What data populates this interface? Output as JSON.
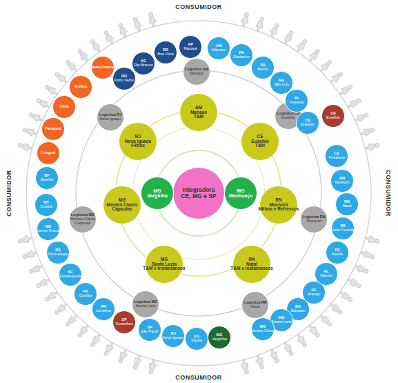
{
  "diagram": {
    "nodes": [
      {
        "text": [
          "Integradora",
          "CE, MG e SP"
        ]
      },
      {
        "text": [
          "MG",
          "Varginha"
        ]
      },
      {
        "text": [
          "MG",
          "Manhuaçu"
        ]
      },
      {
        "text": [
          "AM",
          "Manaus",
          "T&M"
        ]
      },
      {
        "text": [
          "CE",
          "Eusébio",
          "T&M"
        ]
      },
      {
        "text": [
          "RN",
          "Mossoró",
          "Milhos e Refrescos"
        ]
      },
      {
        "text": [
          "RN",
          "Natal",
          "T&M e Instantâneos"
        ]
      },
      {
        "text": [
          "MG",
          "Santa Luzia",
          "T&M e Instantâneos"
        ]
      },
      {
        "text": [
          "MG",
          "Montes Claros",
          "Cápsulas"
        ]
      },
      {
        "text": [
          "RJ",
          "Nova Iguaçu",
          "Filtros"
        ]
      },
      {
        "text": [
          "Logística AM",
          "Manaus"
        ]
      },
      {
        "text": [
          "Logística CE",
          "Eusébio"
        ]
      },
      {
        "text": [
          "Logística RN",
          "Mossoró"
        ]
      },
      {
        "text": [
          "Logística RN",
          "Natal"
        ]
      },
      {
        "text": [
          "Logística MG",
          "Santa Luzia"
        ]
      },
      {
        "text": [
          "Logística MG",
          "Montes Claros",
          "Cápsulas"
        ]
      },
      {
        "text": [
          "Logística RJ",
          "Nova Iguaçu"
        ]
      },
      {
        "text": [
          "RR",
          "Boa Vista"
        ]
      },
      {
        "text": [
          "AP",
          "Macapá"
        ]
      },
      {
        "text": [
          "AM",
          "Manaus"
        ]
      },
      {
        "text": [
          "PA",
          "Santarém"
        ]
      },
      {
        "text": [
          "PA",
          "Belém"
        ]
      },
      {
        "text": [
          "MA",
          "São Luís"
        ]
      },
      {
        "text": [
          "PI",
          "Teresina"
        ]
      },
      {
        "text": [
          "CE",
          "Eusébio"
        ]
      },
      {
        "text": [
          "CE",
          "Eusébio"
        ]
      },
      {
        "text": [
          "CE",
          "Fortaleza"
        ]
      },
      {
        "text": [
          "RN",
          "Mossoró"
        ]
      },
      {
        "text": [
          "RN",
          "Natal"
        ]
      },
      {
        "text": [
          "PB",
          "João Pessoa"
        ]
      },
      {
        "text": [
          "PE",
          "Recife"
        ]
      },
      {
        "text": [
          "AL",
          "Maceió"
        ]
      },
      {
        "text": [
          "SE",
          "Aracaju"
        ]
      },
      {
        "text": [
          "BA",
          "Salvador"
        ]
      },
      {
        "text": [
          "MG",
          "Santa Luzia"
        ]
      },
      {
        "text": [
          "MG",
          "Montes Claros"
        ]
      },
      {
        "text": [
          "MG",
          "Varginha"
        ]
      },
      {
        "text": [
          "ES",
          "Vitória"
        ]
      },
      {
        "text": [
          "RJ",
          "Nova Iguaçu"
        ]
      },
      {
        "text": [
          "SP",
          "São Paulo"
        ]
      },
      {
        "text": [
          "SP",
          "Guarulhos"
        ]
      },
      {
        "text": [
          "PR",
          "Londrina"
        ]
      },
      {
        "text": [
          "PA",
          "Curitiba"
        ]
      },
      {
        "text": [
          "SC",
          "Florianópolis"
        ]
      },
      {
        "text": [
          "RS",
          "Porto Alegre"
        ]
      },
      {
        "text": [
          "MS",
          "Campo Grande"
        ]
      },
      {
        "text": [
          "MT",
          "Cuiabá"
        ]
      },
      {
        "text": [
          "DF",
          "Brasília"
        ]
      },
      {
        "text": [
          "Uruguai"
        ]
      },
      {
        "text": [
          "Paraguai"
        ]
      },
      {
        "text": [
          "Chile"
        ]
      },
      {
        "text": [
          "Bolívia"
        ]
      },
      {
        "text": [
          "Guiana Francesa"
        ]
      },
      {
        "text": [
          "RO",
          "Porto Velho"
        ]
      },
      {
        "text": [
          "AC",
          "Rio Branco"
        ]
      }
    ],
    "labels": [
      "CONSUMIDOR",
      "CONSUMIDOR",
      "CONSUMIDOR",
      "CONSUMIDOR"
    ]
  }
}
